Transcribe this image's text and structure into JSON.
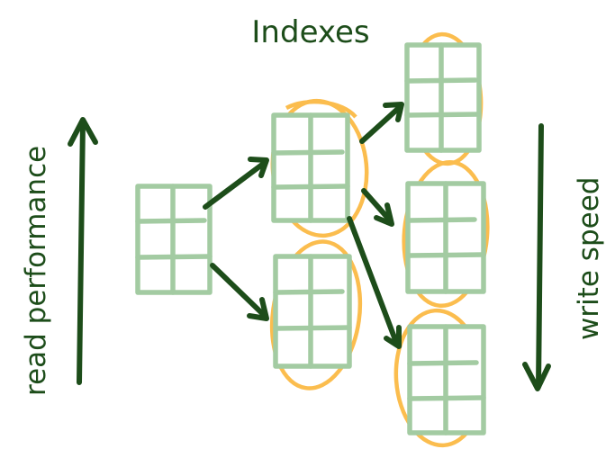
{
  "diagram": {
    "title": "Indexes",
    "left_axis_label": "read performance",
    "right_axis_label": "write speed",
    "left_axis_direction": "up",
    "right_axis_direction": "down",
    "colors": {
      "text_and_arrows": "#1d4d1a",
      "table": "#a3cba2",
      "index_highlight": "#fbbd4e",
      "background": "#ffffff"
    },
    "nodes": [
      {
        "id": "base-table",
        "kind": "table",
        "indexed": false
      },
      {
        "id": "index-1",
        "kind": "table",
        "indexed": true
      },
      {
        "id": "index-2",
        "kind": "table",
        "indexed": true
      },
      {
        "id": "index-1a",
        "kind": "table",
        "indexed": true
      },
      {
        "id": "index-1b",
        "kind": "table",
        "indexed": true
      },
      {
        "id": "index-1c",
        "kind": "table",
        "indexed": true
      }
    ],
    "edges": [
      {
        "from": "base-table",
        "to": "index-1"
      },
      {
        "from": "base-table",
        "to": "index-2"
      },
      {
        "from": "index-1",
        "to": "index-1a"
      },
      {
        "from": "index-1",
        "to": "index-1b"
      },
      {
        "from": "index-1",
        "to": "index-1c"
      }
    ]
  }
}
